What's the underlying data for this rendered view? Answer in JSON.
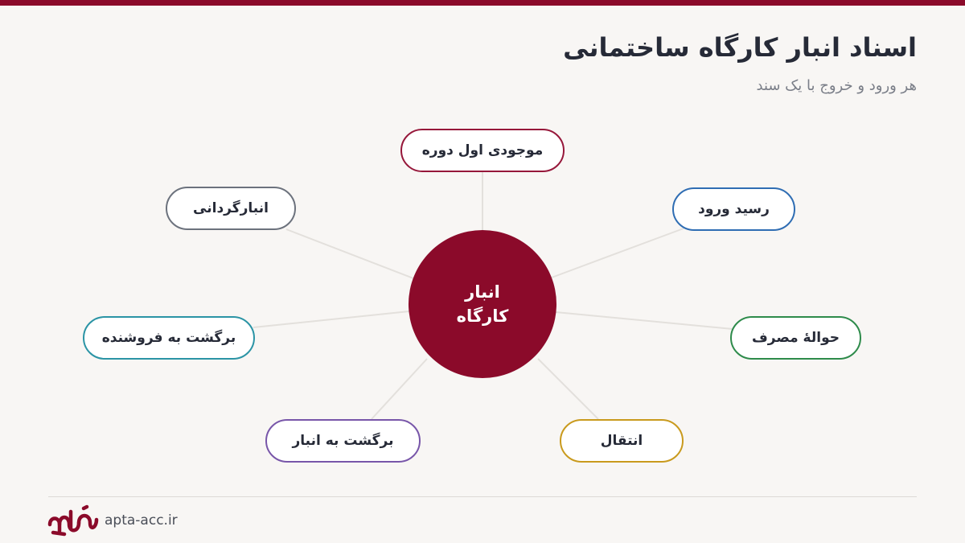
{
  "header": {
    "title": "اسناد انبار کارگاه ساختمانی",
    "subtitle": "هر ورود و خروج با یک سند"
  },
  "diagram": {
    "center": {
      "label": "انبار\nکارگاه",
      "color": "#8b0a2a"
    },
    "nodes": [
      {
        "label": "موجودی اول دوره",
        "color": "#96173a"
      },
      {
        "label": "رسید ورود",
        "color": "#2f6db3"
      },
      {
        "label": "حوالهٔ مصرف",
        "color": "#2e8b4b"
      },
      {
        "label": "انتقال",
        "color": "#c99a1d"
      },
      {
        "label": "برگشت به انبار",
        "color": "#7856a9"
      },
      {
        "label": "برگشت به فروشنده",
        "color": "#2b94a5"
      },
      {
        "label": "انبارگردانی",
        "color": "#6c727d"
      }
    ]
  },
  "footer": {
    "site": "apta-acc.ir"
  },
  "colors": {
    "accent": "#8b0a2a",
    "line": "#e3e0dc"
  }
}
